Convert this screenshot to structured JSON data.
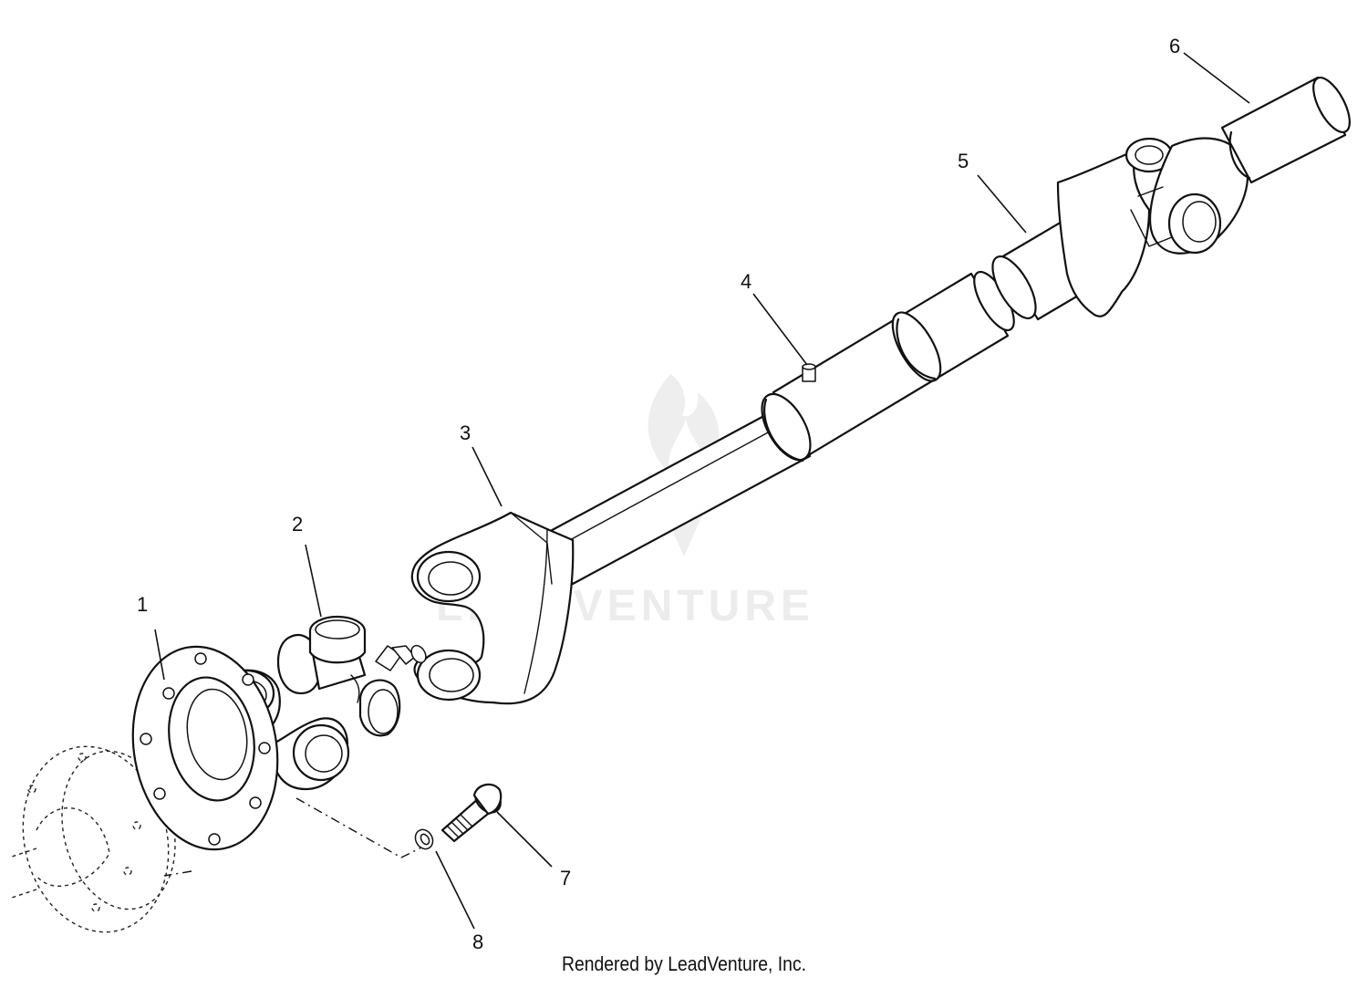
{
  "diagram": {
    "callouts": [
      {
        "id": "1",
        "label": "1"
      },
      {
        "id": "2",
        "label": "2"
      },
      {
        "id": "3",
        "label": "3"
      },
      {
        "id": "4",
        "label": "4"
      },
      {
        "id": "5",
        "label": "5"
      },
      {
        "id": "6",
        "label": "6"
      },
      {
        "id": "7",
        "label": "7"
      },
      {
        "id": "8",
        "label": "8"
      }
    ],
    "watermark": "LEADVENTURE",
    "footer": "Rendered by LeadVenture, Inc."
  }
}
